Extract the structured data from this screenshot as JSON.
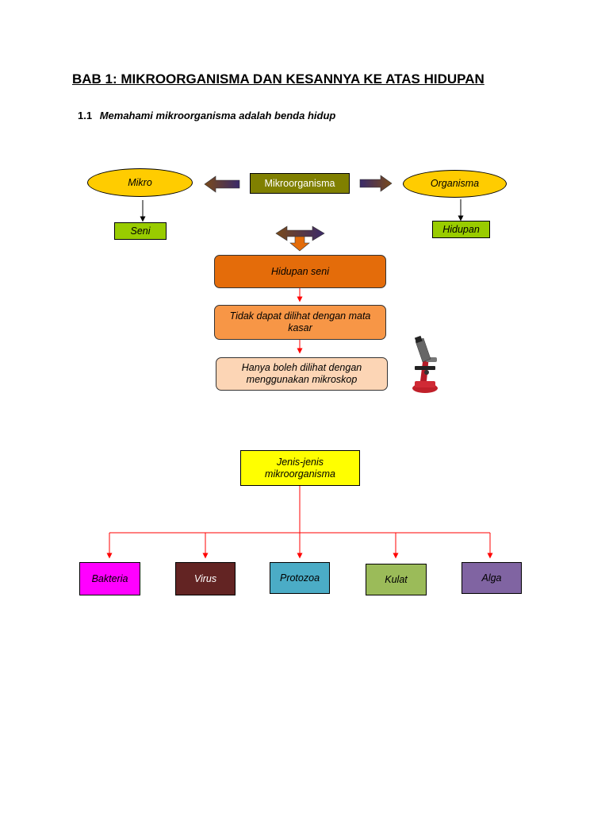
{
  "document": {
    "title": "BAB 1: MIKROORGANISMA DAN KESANNYA KE ATAS HIDUPAN",
    "section_number": "1.1",
    "section_title": "Memahami mikroorganisma adalah benda hidup"
  },
  "diagram1": {
    "left_oval": "Mikro",
    "center_box": "Mikroorganisma",
    "right_oval": "Organisma",
    "left_result": "Seni",
    "right_result": "Hidupan",
    "step1": "Hidupan seni",
    "step2": "Tidak dapat dilihat dengan mata kasar",
    "step3": "Hanya boleh dilihat dengan menggunakan mikroskop",
    "image_icon": "microscope-icon"
  },
  "diagram2": {
    "root": "Jenis-jenis mikroorganisma",
    "types": [
      "Bakteria",
      "Virus",
      "Protozoa",
      "Kulat",
      "Alga"
    ]
  },
  "colors": {
    "oval_fill": "#ffcc00",
    "center_box_fill": "#808000",
    "result_fill": "#99cc00",
    "step1_fill": "#e46c0a",
    "step2_fill": "#f79646",
    "step3_fill": "#fcd5b5",
    "root_fill": "#ffff00",
    "bakteria": "#ff00ff",
    "virus": "#632423",
    "protozoa": "#4bacc6",
    "kulat": "#9bbb59",
    "alga": "#8064a2",
    "connector_red": "#ff0000"
  }
}
